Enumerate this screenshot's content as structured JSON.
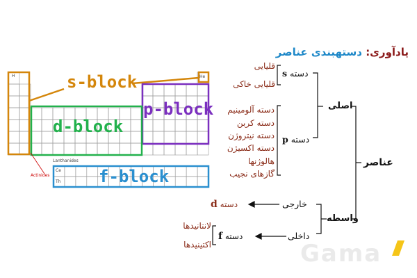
{
  "header": {
    "title_part1": "یادآوری:",
    "title_part2": "دستهبندی عناصر",
    "title_part1_color": "#8b1a1a",
    "title_part2_color": "#1e88c8"
  },
  "table": {
    "labels": {
      "s_block": "s-block",
      "p_block": "p-block",
      "d_block": "d-block",
      "f_block": "f-block"
    },
    "small": {
      "h": "H",
      "he": "He",
      "lanthanides": "Lanthanides",
      "actinides": "Actinides",
      "ce": "Ce",
      "th": "Th"
    },
    "colors": {
      "s": "#d4860b",
      "p": "#7b2fbf",
      "d": "#22b14c",
      "f": "#2a8fcf"
    }
  },
  "tree": {
    "root": "عناصر",
    "main": {
      "label": "اصلی",
      "s_group": {
        "label": "دسته",
        "letter": "s",
        "items": [
          "قلیایی",
          "قلیایی خاکی"
        ]
      },
      "p_group": {
        "label": "دسته",
        "letter": "p",
        "items": [
          "دسته آلومینیم",
          "دسته کربن",
          "دسته نیتروژن",
          "دسته اکسیژن",
          "هالوژنها",
          "گازهای نجیب"
        ]
      }
    },
    "transition": {
      "label": "واسطه",
      "outer": {
        "label": "خارجی",
        "group_label": "دسته",
        "group_letter": "d"
      },
      "inner": {
        "label": "داخلی",
        "group_label": "دسته",
        "group_letter": "f",
        "items": [
          "لانتانیدها",
          "اکتینیدها"
        ]
      }
    }
  },
  "watermark": {
    "text": "Gama"
  }
}
